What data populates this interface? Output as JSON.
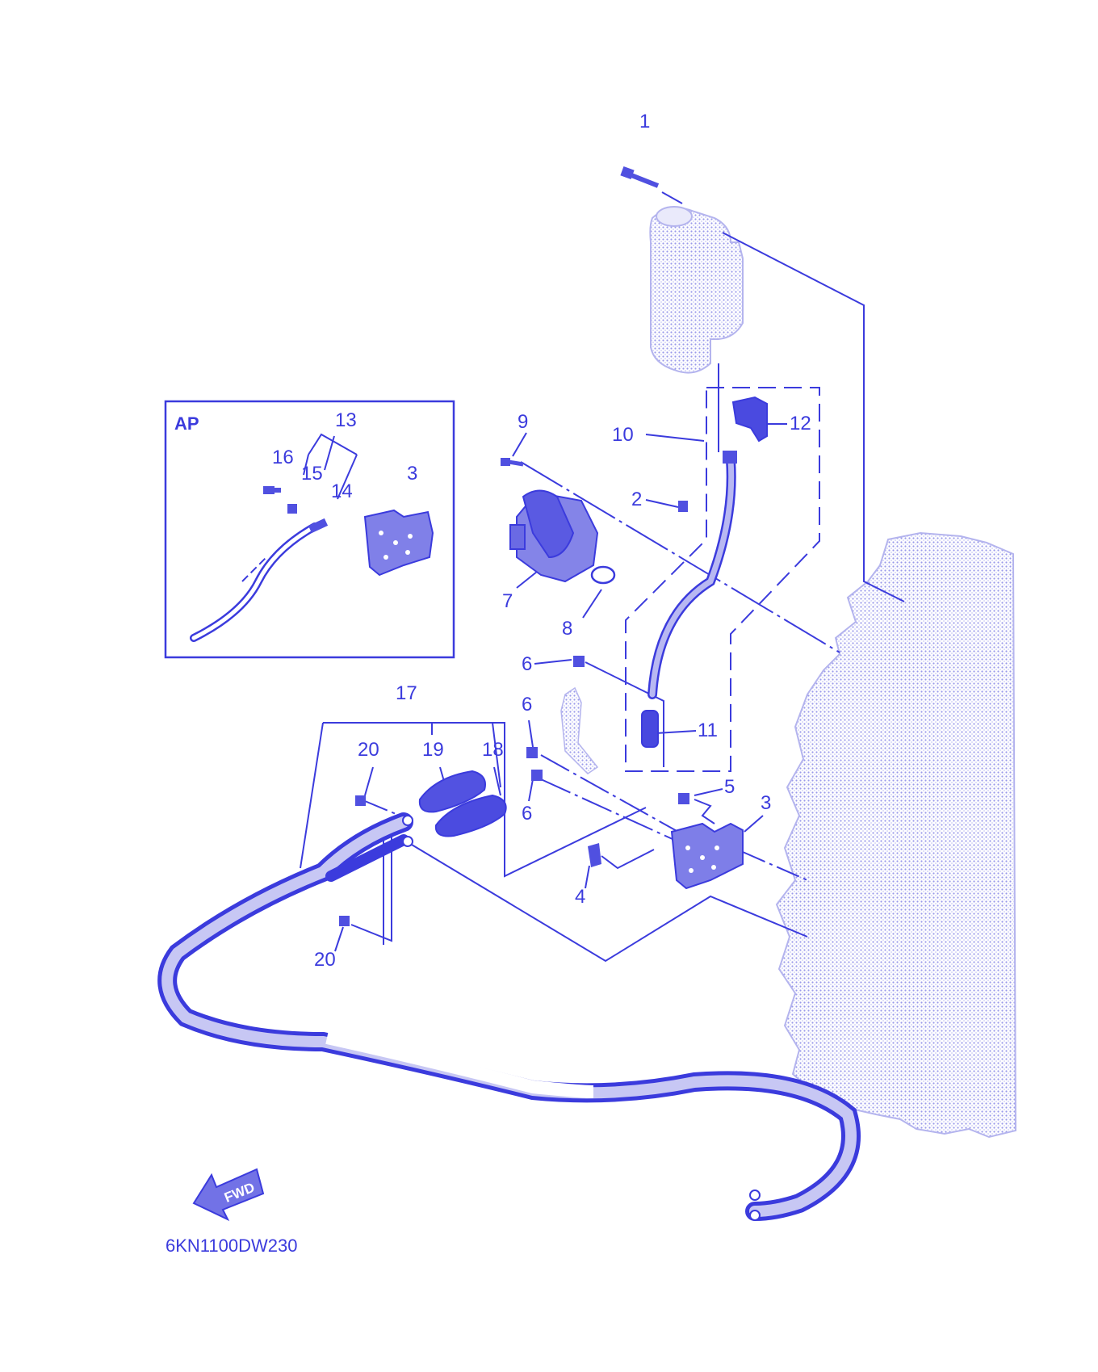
{
  "colors": {
    "ink": "#3b3bdd",
    "ghost": "#8f8fe6",
    "ghost_fill": "#e3e3fa",
    "part_fill": "#5050e0"
  },
  "inset": {
    "title": "AP"
  },
  "labels": {
    "l1": "1",
    "l2": "2",
    "l3a": "3",
    "l3b": "3",
    "l4": "4",
    "l5": "5",
    "l6a": "6",
    "l6b": "6",
    "l6c": "6",
    "l7": "7",
    "l8": "8",
    "l9": "9",
    "l10": "10",
    "l11": "11",
    "l12": "12",
    "l13": "13",
    "l14": "14",
    "l15": "15",
    "l16": "16",
    "l17": "17",
    "l18": "18",
    "l19": "19",
    "l20a": "20",
    "l20b": "20"
  },
  "fwd_arrow": {
    "text": "FWD",
    "icon": "fwd-arrow-icon"
  },
  "diagram_code": "6KN1100DW230"
}
